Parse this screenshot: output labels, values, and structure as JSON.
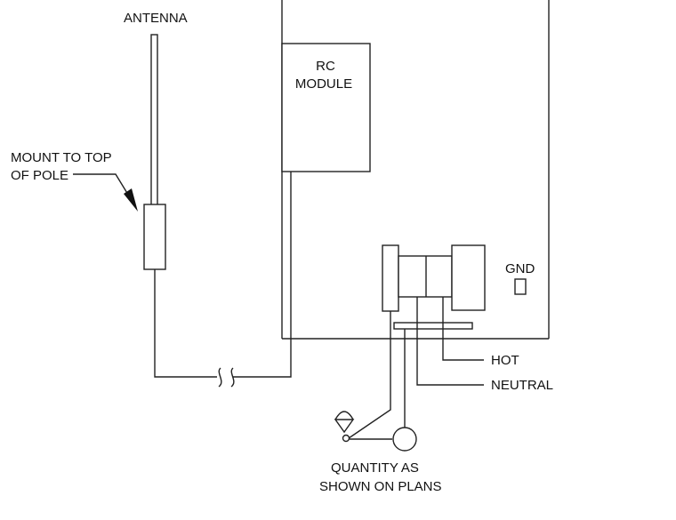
{
  "labels": {
    "antenna": "ANTENNA",
    "mount_line1": "MOUNT TO TOP",
    "mount_line2": "OF POLE",
    "rc_line1": "RC",
    "rc_line2": "MODULE",
    "gnd": "GND",
    "hot": "HOT",
    "neutral": "NEUTRAL",
    "quantity_line1": "QUANTITY AS",
    "quantity_line2": "SHOWN ON PLANS"
  }
}
